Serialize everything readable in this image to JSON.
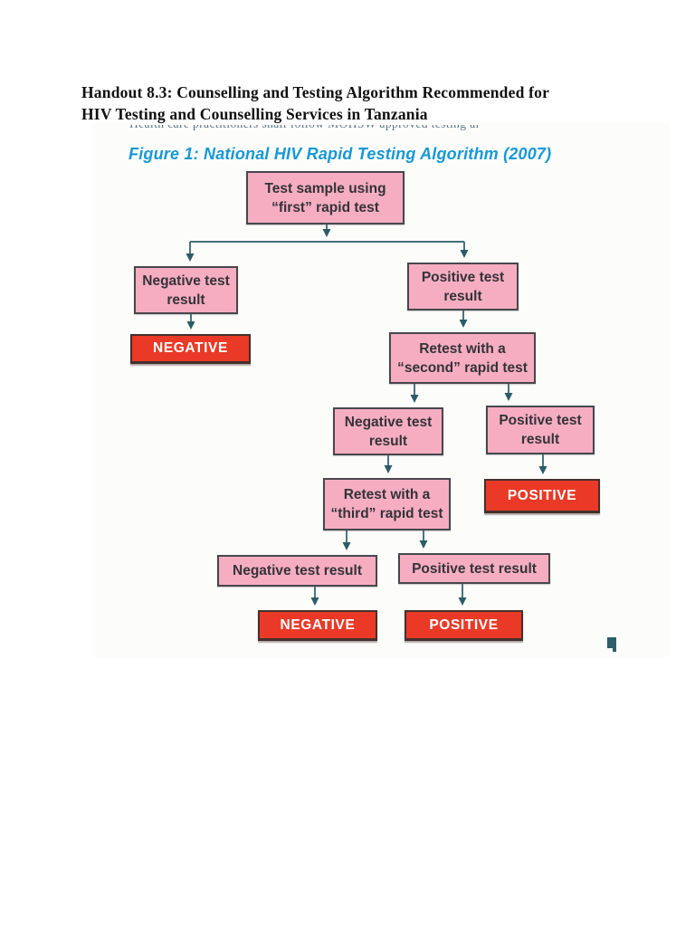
{
  "document": {
    "title": "Handout 8.3: Counselling and Testing Algorithm Recommended for\nHIV Testing and Counselling Services in Tanzania"
  },
  "figure": {
    "clipped_line": "Health care practitioners shall follow MOHSW approved testing algorithms",
    "caption": "Figure 1: National HIV Rapid Testing Algorithm (2007)"
  },
  "flowchart": {
    "nodes": {
      "first_test": {
        "label": "Test sample using\n“first” rapid test"
      },
      "neg_result_1": {
        "label": "Negative test\nresult"
      },
      "pos_result_1": {
        "label": "Positive test\nresult"
      },
      "negative_1": {
        "label": "NEGATIVE"
      },
      "second_test": {
        "label": "Retest with a\n“second” rapid test"
      },
      "neg_result_2": {
        "label": "Negative test\nresult"
      },
      "pos_result_2": {
        "label": "Positive test\nresult"
      },
      "positive_2": {
        "label": "POSITIVE"
      },
      "third_test": {
        "label": "Retest with a\n“third” rapid test"
      },
      "neg_result_3": {
        "label": "Negative test result"
      },
      "pos_result_3": {
        "label": "Positive test result"
      },
      "negative_3": {
        "label": "NEGATIVE"
      },
      "positive_3": {
        "label": "POSITIVE"
      }
    }
  },
  "colors": {
    "node_pink": "#f6adc2",
    "result_red": "#ea3a27",
    "connector_teal": "#2b5b68",
    "caption_blue": "#1798d6"
  }
}
